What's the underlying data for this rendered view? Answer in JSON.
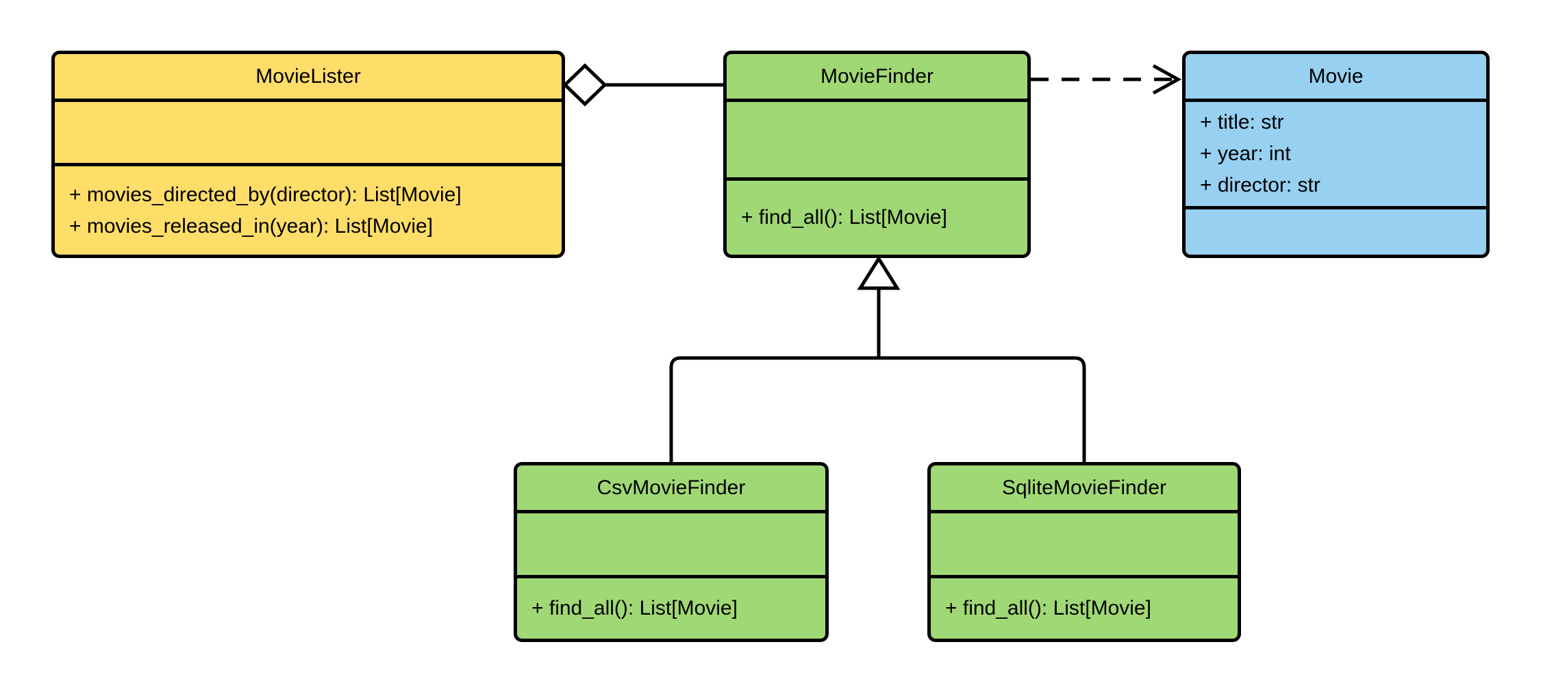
{
  "diagram": {
    "type": "uml-class-diagram",
    "colors": {
      "background": "#ffffff",
      "stroke": "#000000",
      "class_yellow": "#ffdd69",
      "class_green": "#a1d876",
      "class_blue": "#97d0f1"
    },
    "classes": [
      {
        "name": "MovieLister",
        "color": "#ffdd69",
        "attributes": [],
        "methods": [
          "+ movies_directed_by(director): List[Movie]",
          "+ movies_released_in(year): List[Movie]"
        ]
      },
      {
        "name": "MovieFinder",
        "color": "#a1d876",
        "attributes": [],
        "methods": [
          "+ find_all(): List[Movie]"
        ]
      },
      {
        "name": "Movie",
        "color": "#97d0f1",
        "attributes": [
          "+ title: str",
          "+ year: int",
          "+ director: str"
        ],
        "methods": []
      },
      {
        "name": "CsvMovieFinder",
        "color": "#a1d876",
        "attributes": [],
        "methods": [
          "+ find_all(): List[Movie]"
        ]
      },
      {
        "name": "SqliteMovieFinder",
        "color": "#a1d876",
        "attributes": [],
        "methods": [
          "+ find_all(): List[Movie]"
        ]
      }
    ],
    "relationships": [
      {
        "type": "aggregation",
        "from": "MovieLister",
        "to": "MovieFinder"
      },
      {
        "type": "dependency",
        "from": "MovieFinder",
        "to": "Movie"
      },
      {
        "type": "inheritance",
        "from": "CsvMovieFinder",
        "to": "MovieFinder"
      },
      {
        "type": "inheritance",
        "from": "SqliteMovieFinder",
        "to": "MovieFinder"
      }
    ]
  }
}
